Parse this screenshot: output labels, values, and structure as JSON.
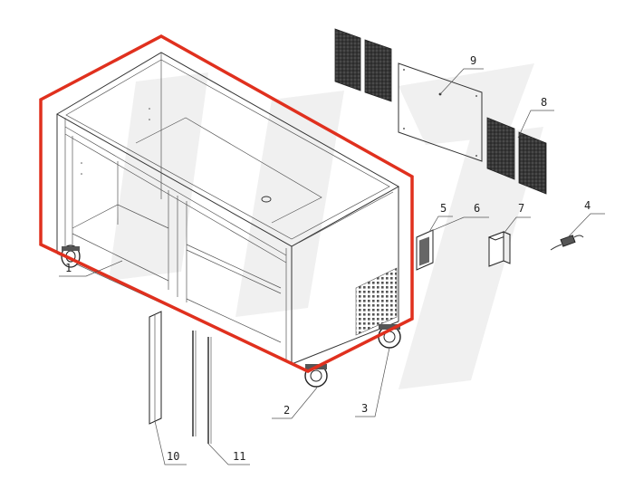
{
  "diagram": {
    "outline_color": "#e0301e",
    "watermark_color": "#f0f0f0",
    "callouts": [
      {
        "id": "1",
        "label": "1"
      },
      {
        "id": "2",
        "label": "2"
      },
      {
        "id": "3",
        "label": "3"
      },
      {
        "id": "4",
        "label": "4"
      },
      {
        "id": "5",
        "label": "5"
      },
      {
        "id": "6",
        "label": "6"
      },
      {
        "id": "7",
        "label": "7"
      },
      {
        "id": "8",
        "label": "8"
      },
      {
        "id": "9",
        "label": "9"
      },
      {
        "id": "10",
        "label": "10"
      },
      {
        "id": "11",
        "label": "11"
      }
    ]
  }
}
